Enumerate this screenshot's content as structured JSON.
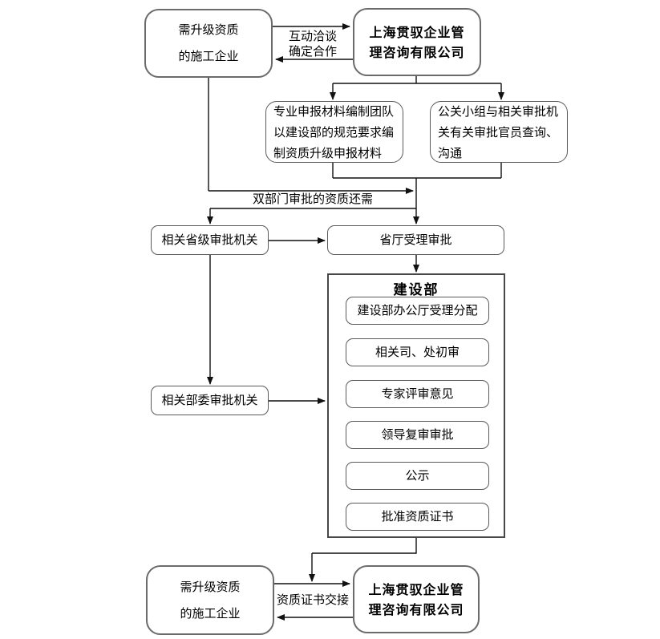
{
  "top": {
    "client_box": {
      "line1": "需升级资质",
      "line2": "的施工企业"
    },
    "company_box": {
      "line1": "上海贯驭企业管",
      "line2": "理咨询有限公司"
    },
    "link_label": {
      "line1": "互动洽谈",
      "line2": "确定合作"
    }
  },
  "submission": {
    "materials_box": "专业申报材料编制团队以建设部的规范要求编制资质升级申报材料",
    "pr_box": "公关小组与相关审批机关有关审批官员查询、沟通"
  },
  "routing": {
    "dual_label": "双部门审批的资质还需",
    "provincial_authority": "相关省级审批机关",
    "provincial_hall": "省厅受理审批",
    "ministry_authority": "相关部委审批机关"
  },
  "ministry": {
    "title": "建设部",
    "steps": [
      "建设部办公厅受理分配",
      "相关司、处初审",
      "专家评审意见",
      "领导复审审批",
      "公示",
      "批准资质证书"
    ]
  },
  "bottom": {
    "client_box": {
      "line1": "需升级资质",
      "line2": "的施工企业"
    },
    "company_box": {
      "line1": "上海贯驭企业管",
      "line2": "理咨询有限公司"
    },
    "link_label": "资质证书交接"
  },
  "colors": {
    "line": "#111111",
    "box_border": "#5a5a5a",
    "text": "#000000",
    "background": "#ffffff"
  }
}
